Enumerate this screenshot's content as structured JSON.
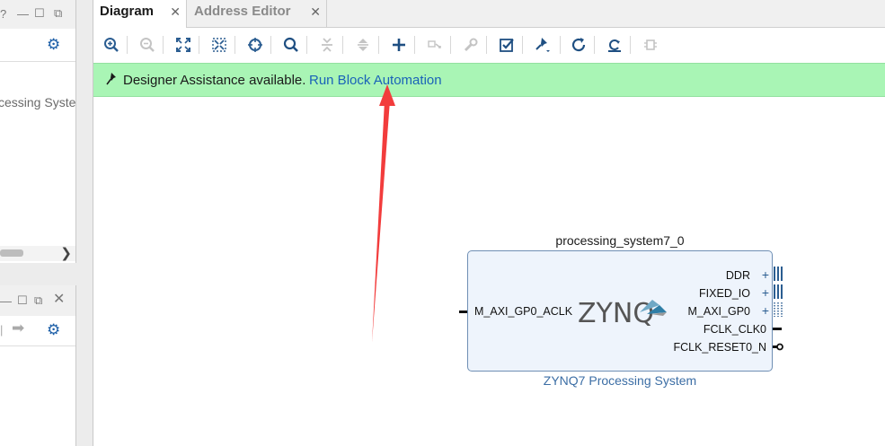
{
  "left_panel_top": {
    "tree_item": "cessing System"
  },
  "tabs": [
    {
      "label": "Diagram",
      "active": true
    },
    {
      "label": "Address Editor",
      "active": false
    }
  ],
  "banner": {
    "message": "Designer Assistance available.",
    "link": "Run Block Automation",
    "bg_color": "#a9f5b5",
    "link_color": "#1a62b8"
  },
  "block": {
    "instance_name": "processing_system7_0",
    "caption": "ZYNQ7 Processing System",
    "logo_text": "ZYNQ",
    "input_ports": [
      "M_AXI_GP0_ACLK"
    ],
    "output_ports": [
      "DDR",
      "FIXED_IO",
      "M_AXI_GP0",
      "FCLK_CLK0",
      "FCLK_RESET0_N"
    ]
  },
  "icons": {
    "close": "close-icon",
    "gear": "gear-icon",
    "zoom_in": "zoom-in-icon",
    "zoom_out": "zoom-out-icon",
    "zoom_fit": "zoom-fit-icon",
    "fit_selection": "fit-selection-icon",
    "center": "crosshair-icon",
    "search": "search-icon",
    "collapse": "collapse-all-icon",
    "expand": "expand-all-icon",
    "add": "add-ip-icon",
    "make_external": "make-external-icon",
    "properties": "wrench-icon",
    "validate": "validate-design-icon",
    "autoconnect": "pin-icon",
    "regenerate": "regenerate-layout-icon",
    "optimize_routing": "optimize-routing-icon",
    "ip_integrator": "chip-icon"
  }
}
